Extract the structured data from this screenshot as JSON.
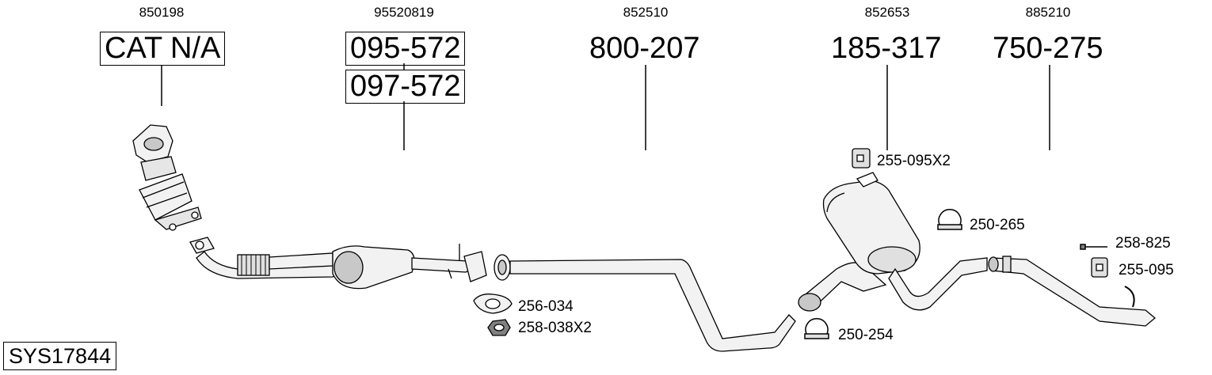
{
  "system_code": "SYS17844",
  "oem_numbers": [
    "850198",
    "95520819",
    "852510",
    "852653",
    "885210"
  ],
  "parts": {
    "cat": "CAT N/A",
    "front_pipe_a": "095-572",
    "front_pipe_b": "097-572",
    "middle_pipe": "800-207",
    "center_silencer": "185-317",
    "rear_pipe": "750-275"
  },
  "accessories": {
    "a1": "256-034",
    "a2": "258-038X2",
    "a3": "255-095X2",
    "a4": "250-265",
    "a5": "250-254",
    "a6": "258-825",
    "a7": "255-095"
  },
  "colors": {
    "line": "#000000",
    "part_fill": "#f2f2f2",
    "shade": "#c8c8c8"
  }
}
